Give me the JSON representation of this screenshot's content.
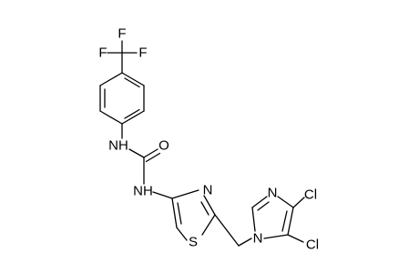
{
  "molecule": {
    "colors": {
      "background": "#ffffff",
      "bonds": "#000000",
      "atoms": "#000000"
    },
    "atoms": {
      "f_top": "F",
      "f_left": "F",
      "f_right": "F",
      "c_cf3": "C",
      "nh_upper": "NH",
      "o_carbonyl": "O",
      "nh_lower": "NH",
      "n_thiazole": "N",
      "s_thiazole": "S",
      "n_imidazole_top": "N",
      "n_imidazole_ring": "N",
      "cl_upper": "Cl",
      "cl_lower": "Cl"
    }
  }
}
